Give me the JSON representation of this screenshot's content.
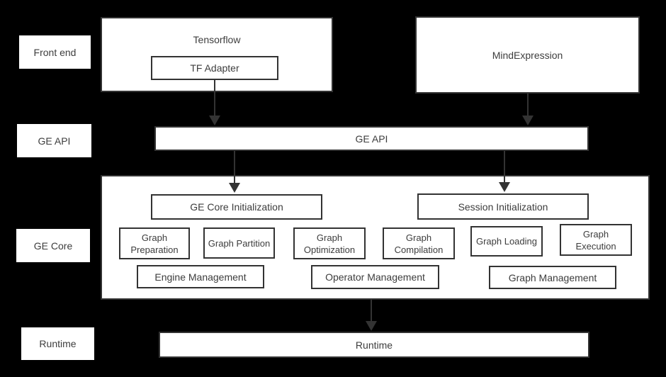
{
  "colors": {
    "background": "#000000",
    "box_fill": "#ffffff",
    "border": "#333333",
    "text": "#3d3d3d",
    "arrow": "#333333"
  },
  "row_labels": [
    "Front end",
    "GE API",
    "GE Core",
    "Runtime"
  ],
  "front_end": {
    "tensorflow_label": "Tensorflow",
    "tf_adapter_label": "TF Adapter",
    "mindexpression_label": "MindExpression"
  },
  "ge_api": {
    "label": "GE API"
  },
  "ge_core": {
    "init_boxes": [
      "GE Core Initialization",
      "Session Initialization"
    ],
    "stage_boxes": [
      "Graph Preparation",
      "Graph Partition",
      "Graph Optimization",
      "Graph Compilation",
      "Graph Loading",
      "Graph Execution"
    ],
    "management_boxes": [
      "Engine Management",
      "Operator Management",
      "Graph Management"
    ]
  },
  "runtime": {
    "label": "Runtime"
  }
}
